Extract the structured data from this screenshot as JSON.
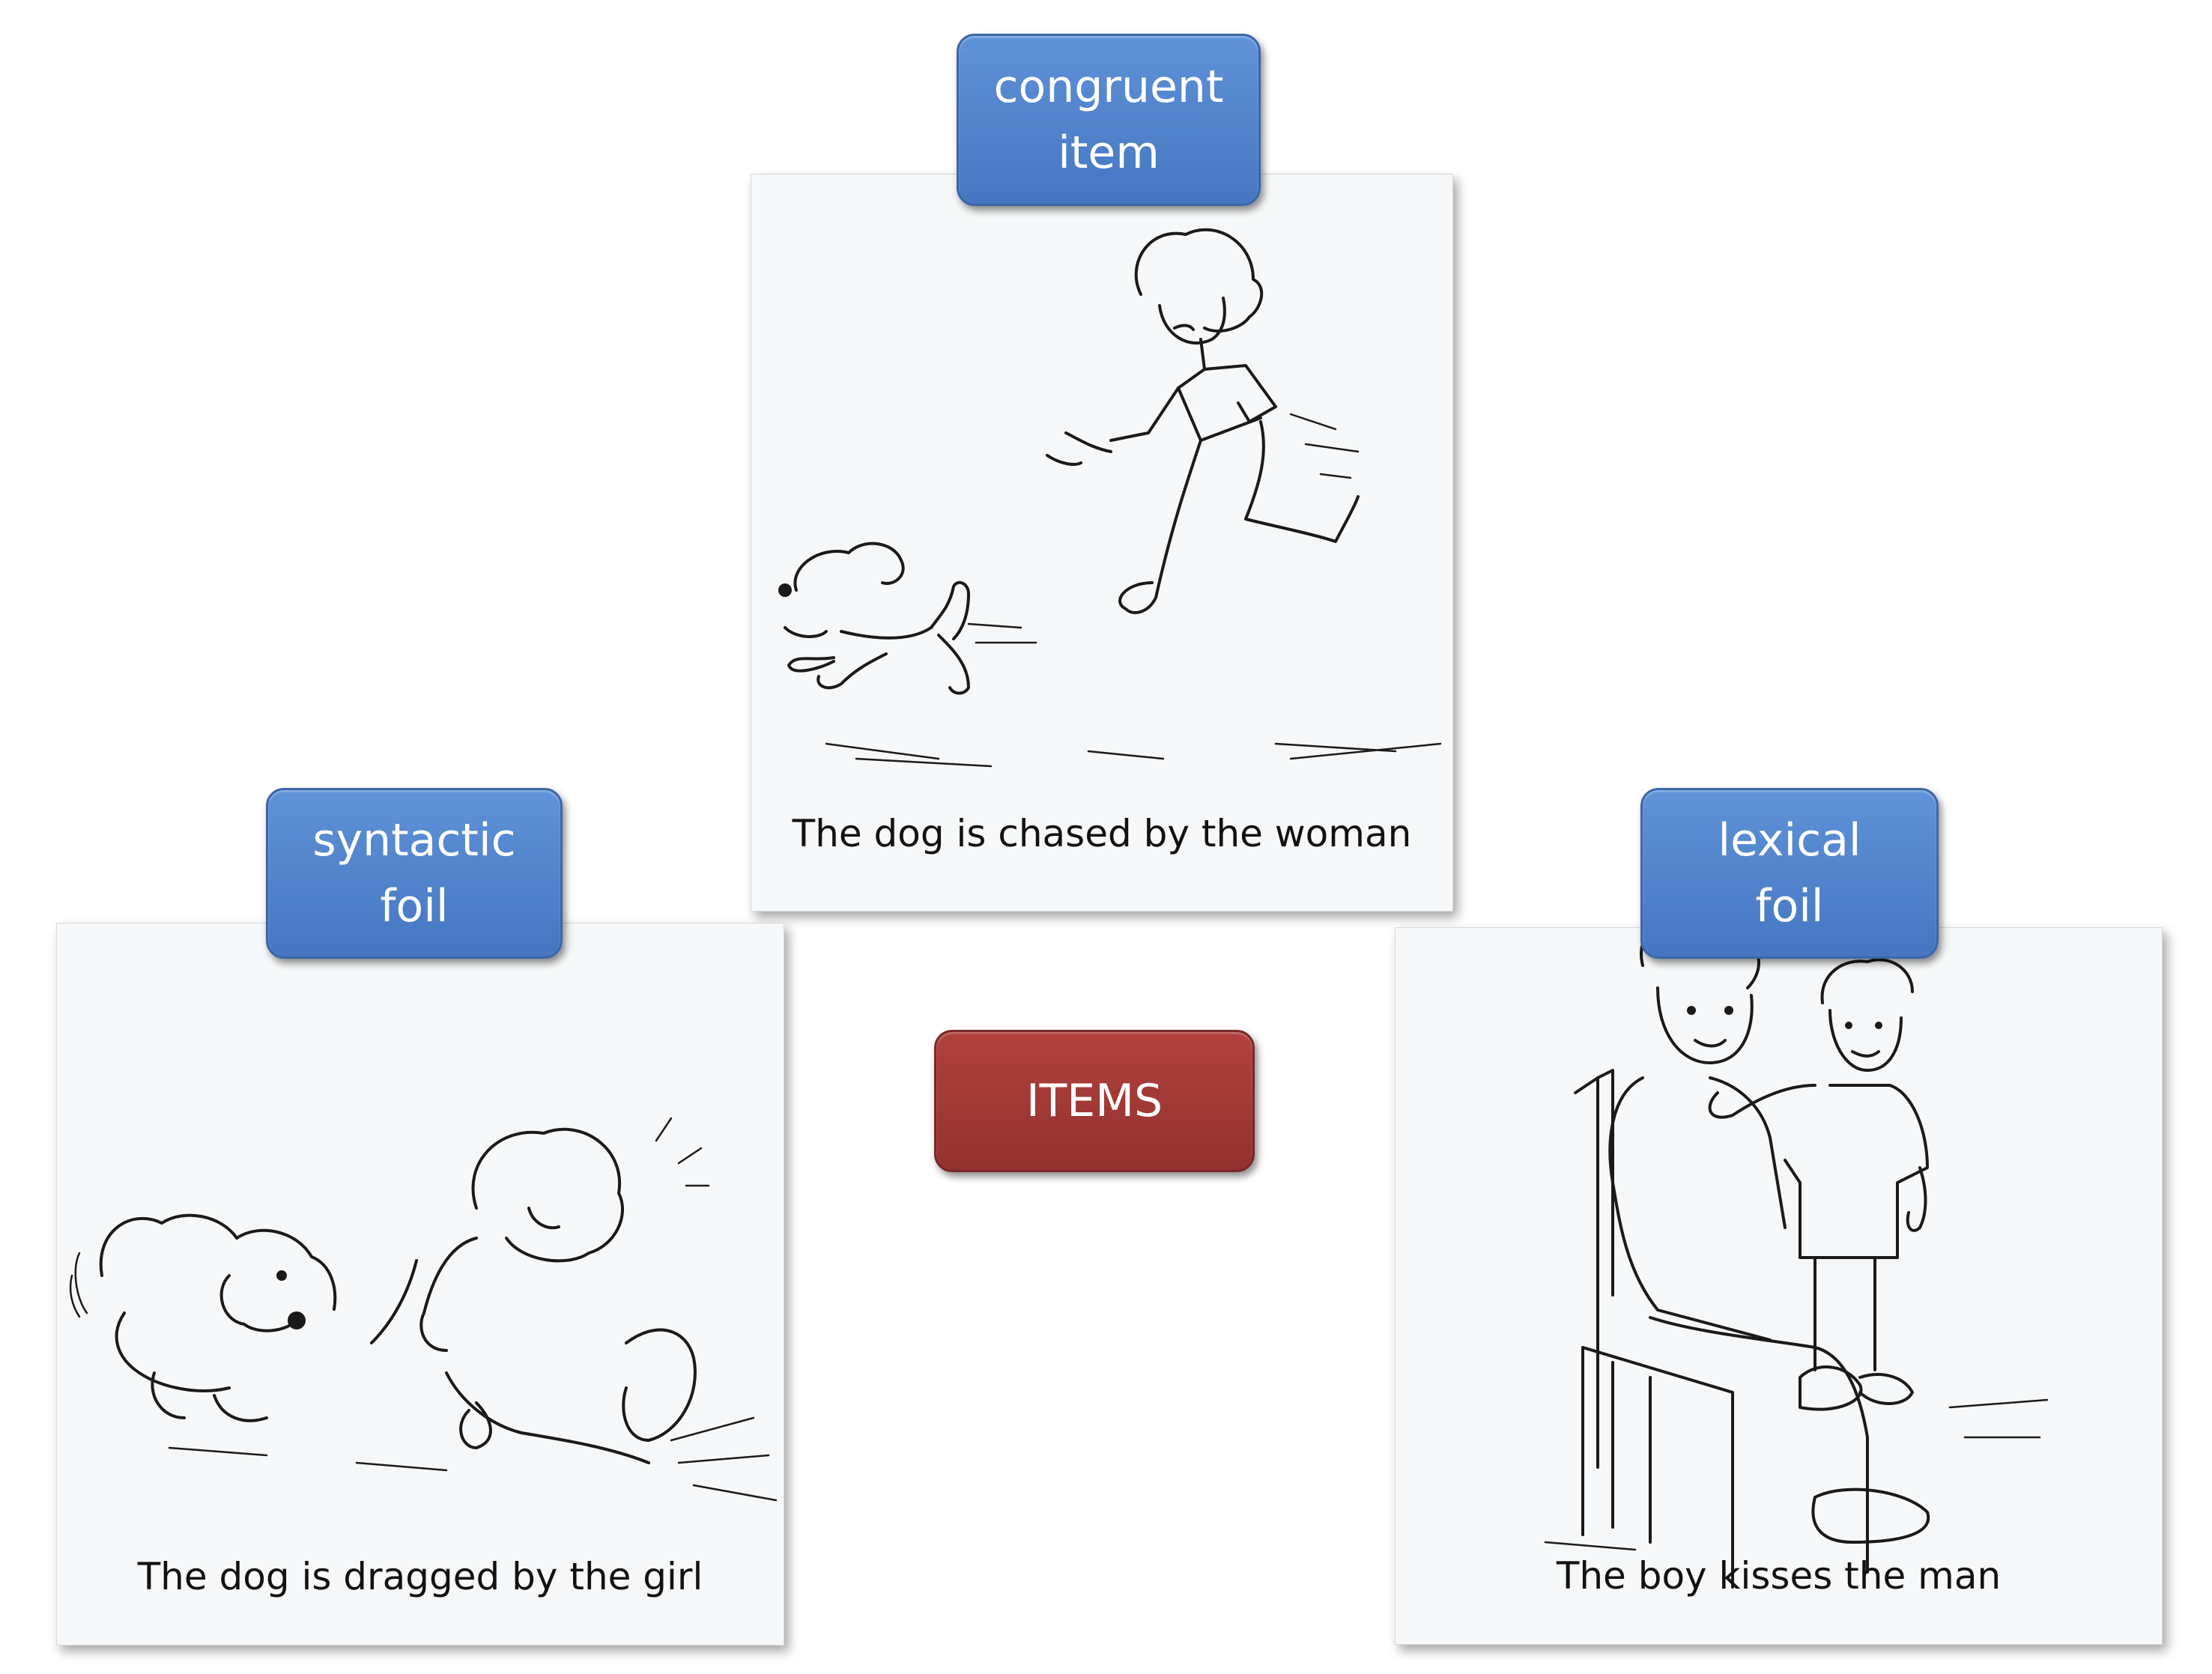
{
  "center_label": "ITEMS",
  "cards": {
    "congruent": {
      "tag_line1": "congruent",
      "tag_line2": "item",
      "caption": "The dog is chased by the woman"
    },
    "syntactic": {
      "tag_line1": "syntactic",
      "tag_line2": "foil",
      "caption": "The dog is dragged by the girl"
    },
    "lexical": {
      "tag_line1": "lexical",
      "tag_line2": "foil",
      "caption": "The boy kisses the man"
    }
  },
  "colors": {
    "tag_blue": "#4f82cc",
    "tag_red": "#a33a37",
    "card_bg": "#f5f7f8"
  }
}
